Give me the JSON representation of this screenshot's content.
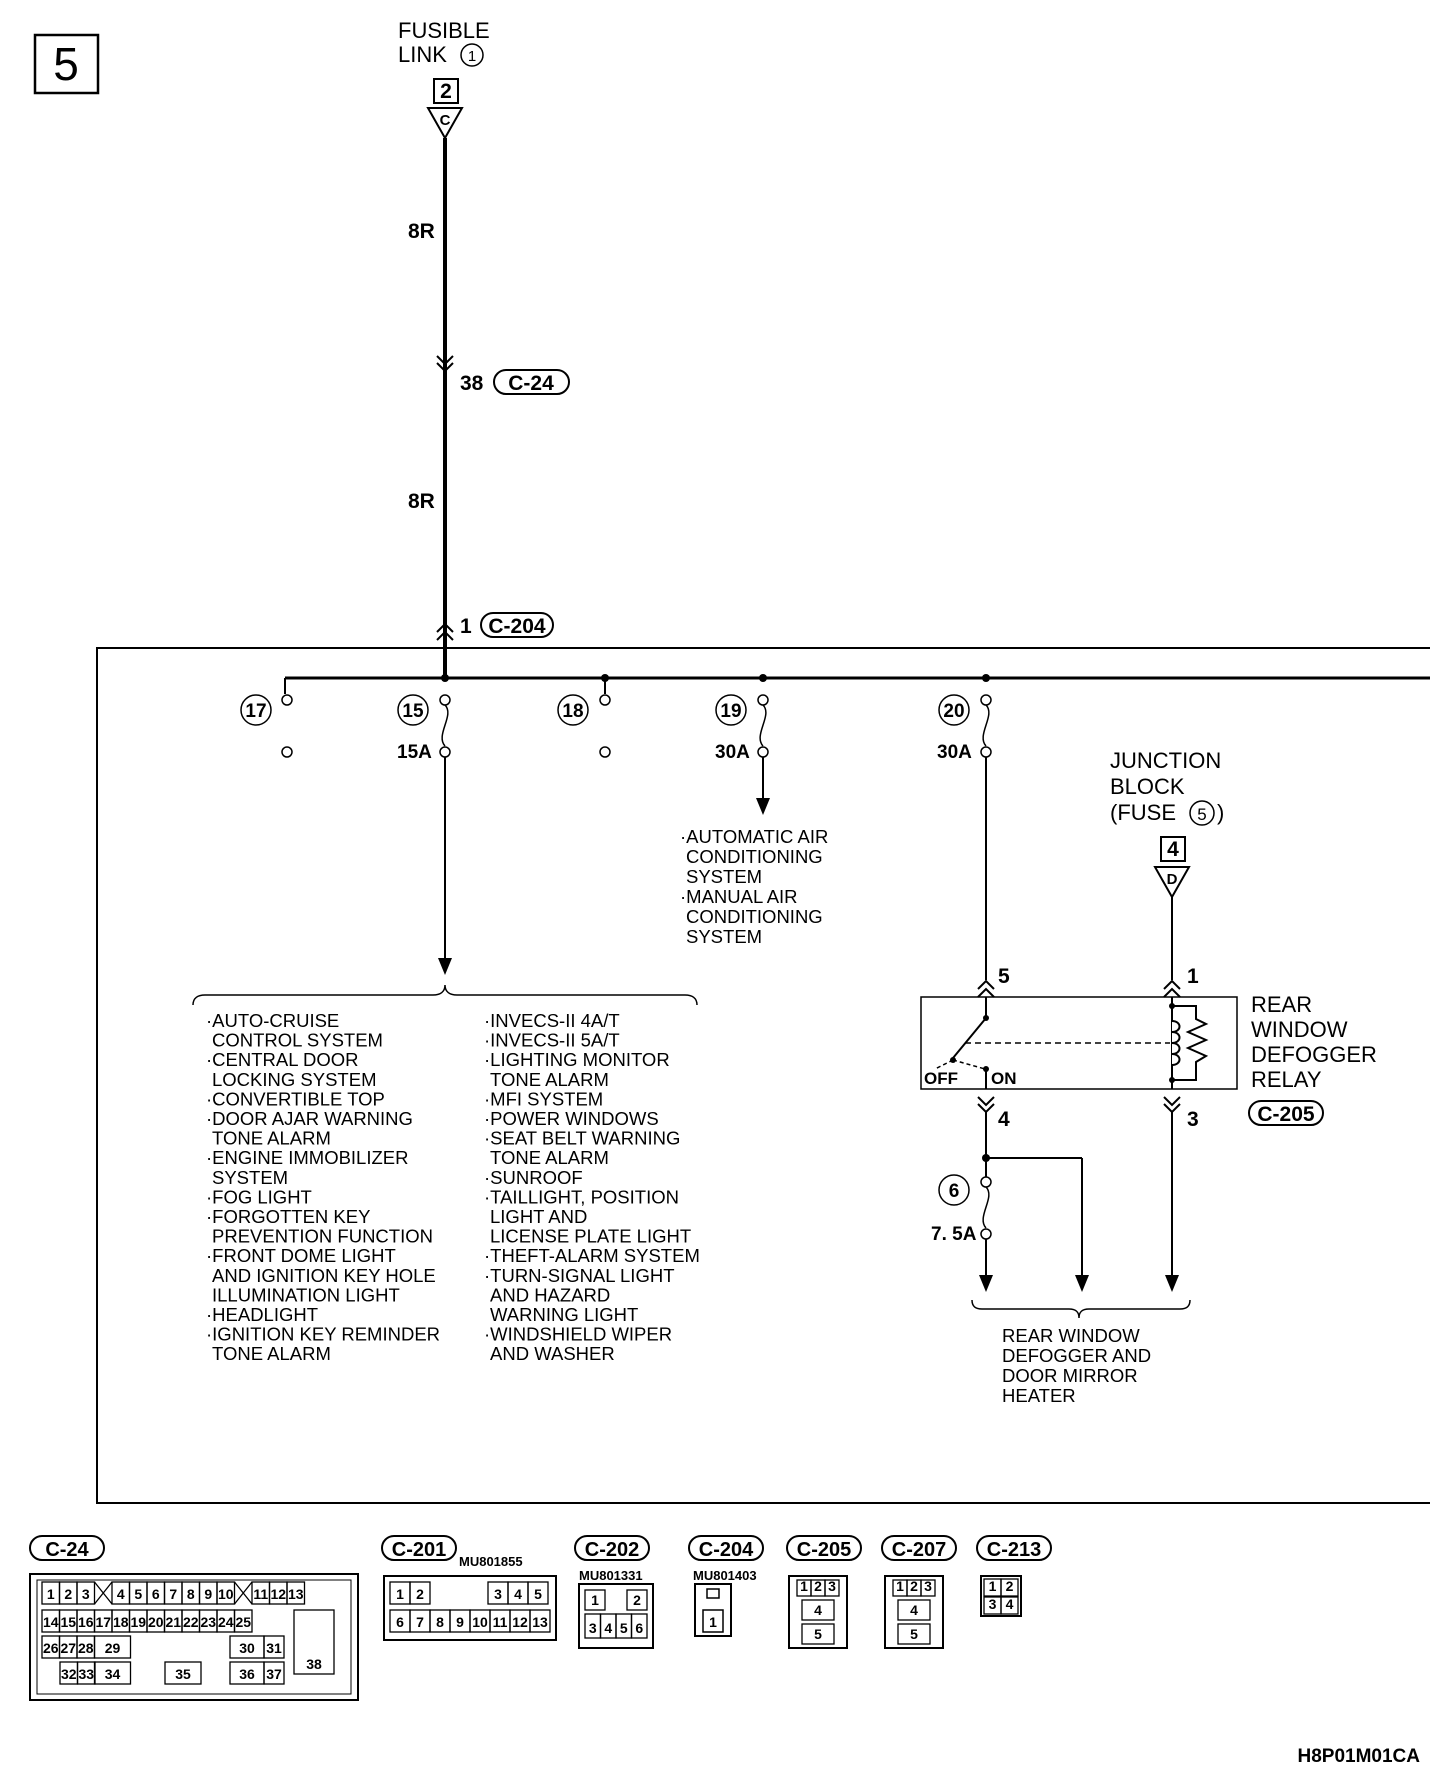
{
  "page_number": "5",
  "fusible_link": {
    "title": "FUSIBLE",
    "link": "LINK",
    "num": "1",
    "terminal": "2",
    "letter": "C"
  },
  "wires": {
    "w1": "8R",
    "w2": "8R"
  },
  "c24_pin": {
    "pin": "38",
    "conn": "C-24"
  },
  "c204_pin": {
    "pin": "1",
    "conn": "C-204"
  },
  "fuses": [
    {
      "num": "17",
      "rating": ""
    },
    {
      "num": "15",
      "rating": "15A"
    },
    {
      "num": "18",
      "rating": ""
    },
    {
      "num": "19",
      "rating": "30A"
    },
    {
      "num": "20",
      "rating": "30A"
    },
    {
      "num": "6",
      "rating": "7. 5A"
    }
  ],
  "ac_systems": [
    "·AUTOMATIC AIR",
    "CONDITIONING",
    "SYSTEM",
    "·MANUAL AIR",
    "CONDITIONING",
    "SYSTEM"
  ],
  "systems_col1": [
    "·AUTO-CRUISE",
    "CONTROL SYSTEM",
    "·CENTRAL DOOR",
    "LOCKING SYSTEM",
    "·CONVERTIBLE TOP",
    "·DOOR AJAR WARNING",
    "TONE ALARM",
    "·ENGINE IMMOBILIZER",
    "SYSTEM",
    "·FOG LIGHT",
    "·FORGOTTEN KEY",
    "PREVENTION FUNCTION",
    "·FRONT DOME LIGHT",
    "AND IGNITION KEY HOLE",
    "ILLUMINATION LIGHT",
    "·HEADLIGHT",
    "·IGNITION KEY REMINDER",
    "TONE ALARM"
  ],
  "systems_col2": [
    "·INVECS-II 4A/T",
    "·INVECS-II 5A/T",
    "·LIGHTING MONITOR",
    "TONE ALARM",
    "·MFI SYSTEM",
    "·POWER WINDOWS",
    "·SEAT BELT WARNING",
    "TONE ALARM",
    "·SUNROOF",
    "·TAILLIGHT, POSITION",
    "LIGHT AND",
    "LICENSE PLATE LIGHT",
    "·THEFT-ALARM SYSTEM",
    "·TURN-SIGNAL LIGHT",
    "AND HAZARD",
    "WARNING LIGHT",
    "·WINDSHIELD WIPER",
    "AND WASHER"
  ],
  "junction_block": {
    "l1": "JUNCTION",
    "l2": "BLOCK",
    "l3": "(FUSE",
    "num": "5",
    "l3end": ")",
    "terminal": "4",
    "letter": "D"
  },
  "relay": {
    "name": [
      "REAR",
      "WINDOW",
      "DEFOGGER",
      "RELAY"
    ],
    "conn": "C-205",
    "pin5": "5",
    "pin1": "1",
    "pin4": "4",
    "pin3": "3",
    "off": "OFF",
    "on": "ON"
  },
  "rear_defogger": [
    "REAR WINDOW",
    "DEFOGGER AND",
    "DOOR MIRROR",
    "HEATER"
  ],
  "connectors": {
    "c24": {
      "label": "C-24",
      "row1": [
        "1",
        "2",
        "3",
        "4",
        "5",
        "6",
        "7",
        "8",
        "9",
        "10",
        "11",
        "12",
        "13"
      ],
      "row2": [
        "14",
        "15",
        "16",
        "17",
        "18",
        "19",
        "20",
        "21",
        "22",
        "23",
        "24",
        "25"
      ],
      "row3": [
        "26",
        "27",
        "28",
        "29",
        "30",
        "31"
      ],
      "row4": [
        "32",
        "33",
        "34",
        "35",
        "36",
        "37"
      ],
      "big": "38"
    },
    "c201": {
      "label": "C-201",
      "part": "MU801855",
      "row1": [
        "1",
        "2",
        "3",
        "4",
        "5"
      ],
      "row2": [
        "6",
        "7",
        "8",
        "9",
        "10",
        "11",
        "12",
        "13"
      ]
    },
    "c202": {
      "label": "C-202",
      "part": "MU801331",
      "row1": [
        "1",
        "2"
      ],
      "row2": [
        "3",
        "4",
        "5",
        "6"
      ]
    },
    "c204": {
      "label": "C-204",
      "part": "MU801403",
      "pin": "1"
    },
    "c205": {
      "label": "C-205",
      "row1": [
        "1",
        "2",
        "3"
      ],
      "p4": "4",
      "p5": "5"
    },
    "c207": {
      "label": "C-207",
      "row1": [
        "1",
        "2",
        "3"
      ],
      "p4": "4",
      "p5": "5"
    },
    "c213": {
      "label": "C-213",
      "row1": [
        "1",
        "2"
      ],
      "row2": [
        "3",
        "4"
      ]
    }
  },
  "doc_code": "H8P01M01CA"
}
